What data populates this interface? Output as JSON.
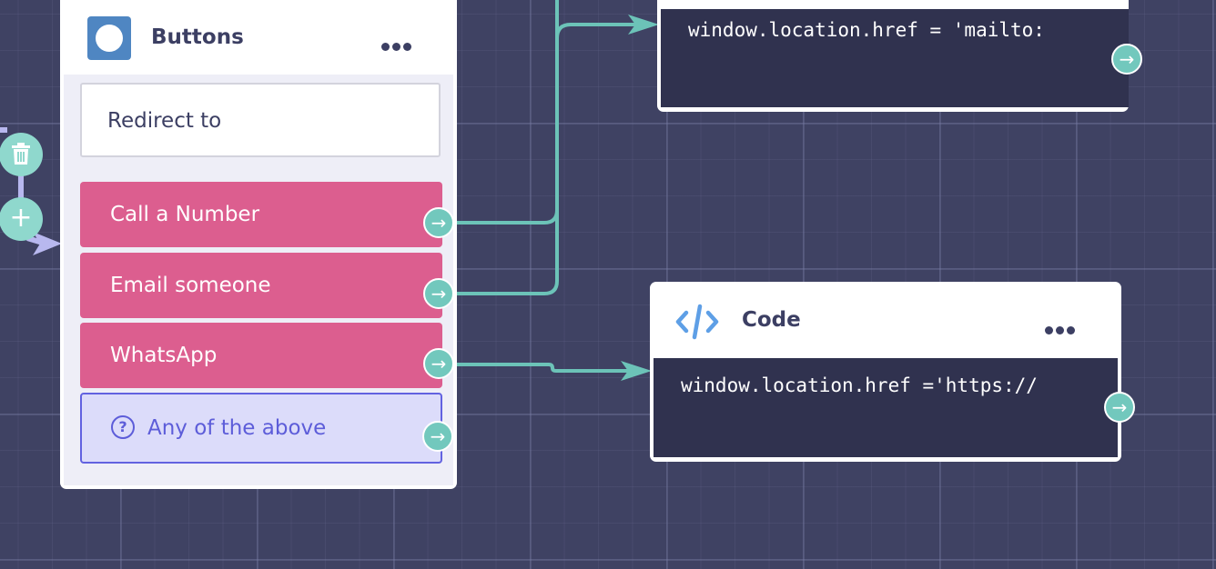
{
  "colors": {
    "accent": "#72c8bd",
    "pink": "#dc5e8f",
    "fallback": "#6262e0",
    "code_bg": "#30324f",
    "canvas": "#3f4263"
  },
  "buttons_node": {
    "title": "Buttons",
    "icon": "circle-square-icon",
    "menu_icon": "more-horizontal-icon",
    "message": "Redirect to",
    "options": [
      {
        "label": "Call a Number"
      },
      {
        "label": "Email someone"
      },
      {
        "label": "WhatsApp"
      }
    ],
    "fallback": {
      "label": "Any of the above",
      "icon": "question-circle-icon"
    }
  },
  "code_node_top": {
    "code": "window.location.href = 'mailto:"
  },
  "code_node": {
    "title": "Code",
    "icon": "code-icon",
    "menu_icon": "more-horizontal-icon",
    "code": "window.location.href ='https://"
  },
  "side_controls": {
    "delete_icon": "trash-icon",
    "add_icon": "plus-icon"
  },
  "port_glyph": "→",
  "plus_glyph": "+"
}
